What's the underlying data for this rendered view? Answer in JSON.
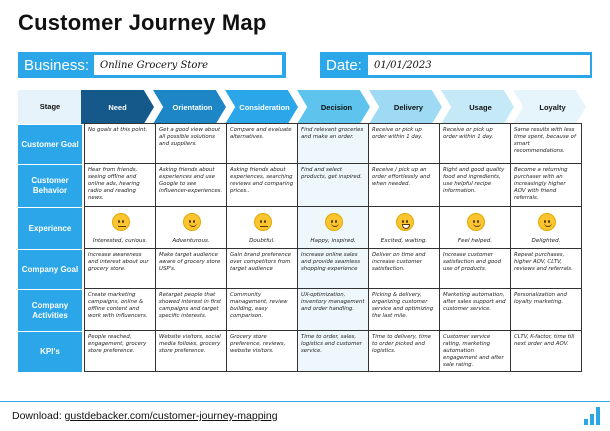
{
  "title": "Customer Journey Map",
  "business": {
    "label": "Business:",
    "value": "Online Grocery Store"
  },
  "date": {
    "label": "Date:",
    "value": "01/01/2023"
  },
  "stage_label": "Stage",
  "stages": [
    "Need",
    "Orientation",
    "Consideration",
    "Decision",
    "Delivery",
    "Usage",
    "Loyalty"
  ],
  "stage_colors": [
    "#14598a",
    "#1d86c6",
    "#2ba6e8",
    "#5ec4ee",
    "#9edaf4",
    "#c6e9f8",
    "#e6f4fb"
  ],
  "stage_text_colors": [
    "#ffffff",
    "#ffffff",
    "#ffffff",
    "#111111",
    "#111111",
    "#111111",
    "#111111"
  ],
  "rows": {
    "customer_goal": {
      "label": "Customer Goal",
      "cells": [
        "No goals at this point.",
        "Get a good view about all possible solutions and suppliers.",
        "Compare and evaluate alternatives.",
        "Find relevant groceries and make an order.",
        "Receive or pick up order within 1 day.",
        "Receive or pick up order within 1 day.",
        "Same results with less time spent, because of smart recommendations."
      ]
    },
    "customer_behavior": {
      "label": "Customer Behavior",
      "cells": [
        "Hear from friends, seeing offline and online ads, hearing radio and reading news.",
        "Asking friends about experiences and use Google to see influencer-experiences.",
        "Asking friends about experiences, searching reviews and comparing prices..",
        "Find and select products, get inspired.",
        "Receive / pick up an order effortlessly and when needed.",
        "Right and good quality food and ingredients, use helpful recipe information.",
        "Become a returning purchaser with an increasingly higher AOV with friend referrals."
      ]
    },
    "experience": {
      "label": "Experience",
      "cells": [
        "Interested, curious.",
        "Adventurous.",
        "Doubtful.",
        "Happy, inspired.",
        "Excited, waiting.",
        "Feel helped.",
        "Delighted."
      ],
      "moods": [
        "neutral",
        "smile",
        "neutral",
        "smile",
        "grin",
        "smile",
        "smile"
      ]
    },
    "company_goal": {
      "label": "Company Goal",
      "cells": [
        "Increase awareness and interest about our grocery store.",
        "Make target audience aware of grocery store USP's.",
        "Gain brand preference over competitors from target audience",
        "Increase online sales and provide seamless shopping experience",
        "Deliver on time and increase customer satisfaction.",
        "Increase customer satisfaction and good use of products.",
        "Repeat purchases, higher AOV, CLTV, reviews and referrals."
      ]
    },
    "company_activities": {
      "label": "Company Activities",
      "cells": [
        "Create marketing campaigns, online & offline content and work with influencers.",
        "Retarget people that showed interest in first campaigns and target specific interests.",
        "Community management, review building, easy comparison.",
        "UX-optimization, inventory management and order handling.",
        "Picking & delivery, organizing customer service and optimizing the last mile.",
        "Marketing automation, after sales support and customer service.",
        "Personalization and loyalty marketing."
      ]
    },
    "kpis": {
      "label": "KPI's",
      "cells": [
        "People reached, engagement, grocery store preference.",
        "Website visitors, social media follows, grocery store preference.",
        "Grocery store preference, reviews, website visitors.",
        "Time to order, sales, logistics and customer service.",
        "Time to delivery, time to order picked and logistics.",
        "Customer service rating, marketing automation engagement and after sale rating.",
        "CLTV, K-factor, time till next order and AOV."
      ]
    }
  },
  "footer": {
    "prefix": "Download: ",
    "link": "gustdebacker.com/customer-journey-mapping"
  },
  "colors": {
    "accent": "#2ba6e8"
  }
}
